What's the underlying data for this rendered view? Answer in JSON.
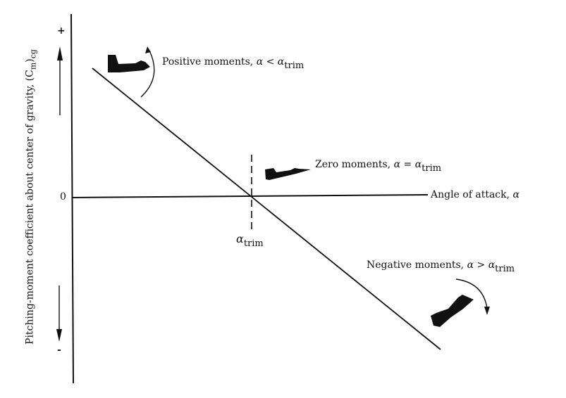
{
  "diagram": {
    "y_axis": {
      "label": "Pitching-moment coefficient about center of gravity, (C",
      "label_sub_m": "m",
      "label_close": ")",
      "label_sub_cg": "cg",
      "plus_sign": "+",
      "zero_label": "0",
      "minus_sign": "-"
    },
    "x_axis": {
      "label": "Angle of attack, ",
      "alpha": "α"
    },
    "trim_marker": {
      "alpha": "α",
      "sub": "trim"
    },
    "annotations": [
      {
        "id": "positive",
        "text": "Positive moments, ",
        "alpha": "α",
        "op": " < ",
        "alpha2": "α",
        "sub": "trim"
      },
      {
        "id": "zero",
        "text": "Zero moments, ",
        "alpha": "α",
        "op": " = ",
        "alpha2": "α",
        "sub": "trim"
      },
      {
        "id": "negative",
        "text": "Negative moments, ",
        "alpha": "α",
        "op": " > ",
        "alpha2": "α",
        "sub": "trim"
      }
    ],
    "icons": [
      "aircraft-nose-up-icon",
      "aircraft-level-icon",
      "aircraft-nose-down-icon",
      "rotation-arrow-ccw-icon",
      "rotation-arrow-cw-icon"
    ],
    "colors": {
      "ink": "#111111",
      "background": "#ffffff"
    }
  }
}
